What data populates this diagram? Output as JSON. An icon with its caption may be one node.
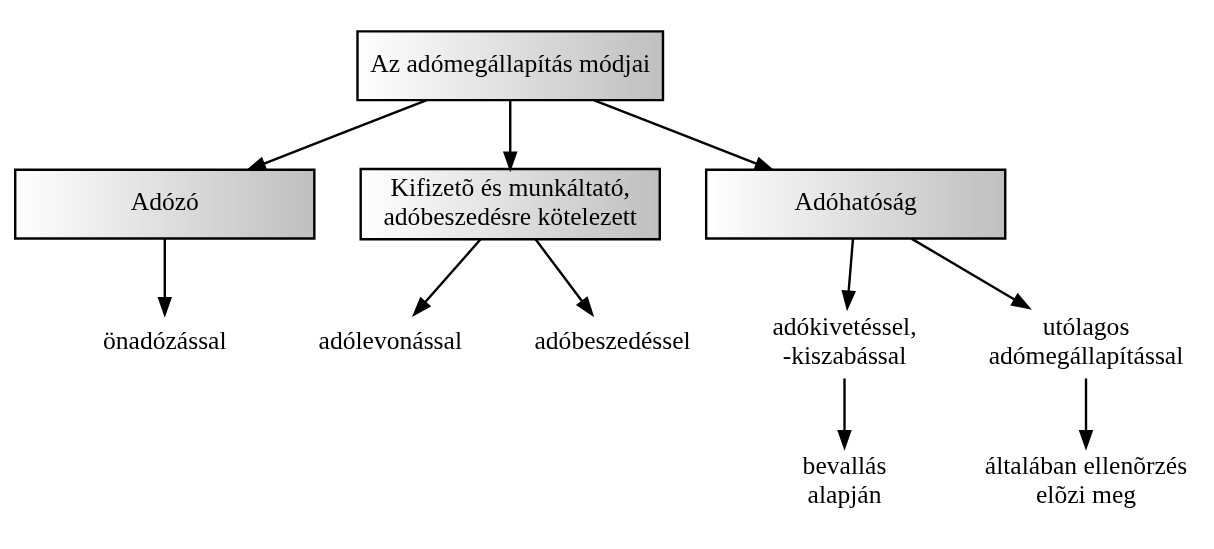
{
  "diagram": {
    "nodes": [
      {
        "text": [
          "Az adómegállapítás módjai"
        ]
      },
      {
        "text": [
          "Adózó"
        ]
      },
      {
        "text": [
          "Kifizetõ és munkáltató, adóbeszedésre kötelezett"
        ]
      },
      {
        "text": [
          "Adóhatóság"
        ]
      },
      {
        "text": [
          "önadózással"
        ]
      },
      {
        "text": [
          "adólevonással"
        ]
      },
      {
        "text": [
          "adóbeszedéssel"
        ]
      },
      {
        "text": [
          "adókivetéssel, -kiszabással"
        ]
      },
      {
        "text": [
          "utólagos adómegállapítással"
        ]
      },
      {
        "text": [
          "bevallás alapján"
        ]
      },
      {
        "text": [
          "általában ellenõrzés elõzi meg"
        ]
      }
    ],
    "edges": [
      {
        "from": 0,
        "to": 1,
        "arrow": "to"
      },
      {
        "from": 0,
        "to": 2,
        "arrow": "to"
      },
      {
        "from": 0,
        "to": 3,
        "arrow": "to"
      },
      {
        "from": 1,
        "to": 4,
        "arrow": "to"
      },
      {
        "from": 2,
        "to": 5,
        "arrow": "to"
      },
      {
        "from": 2,
        "to": 6,
        "arrow": "to"
      },
      {
        "from": 3,
        "to": 7,
        "arrow": "to"
      },
      {
        "from": 3,
        "to": 8,
        "arrow": "to"
      },
      {
        "from": 7,
        "to": 9,
        "arrow": "to"
      },
      {
        "from": 8,
        "to": 10,
        "arrow": "to"
      }
    ]
  }
}
